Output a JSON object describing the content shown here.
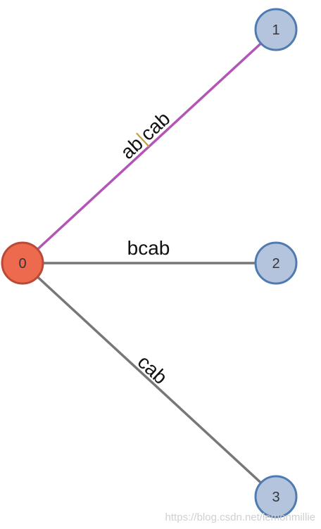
{
  "nodes": {
    "root": {
      "label": "0"
    },
    "n1": {
      "label": "1"
    },
    "n2": {
      "label": "2"
    },
    "n3": {
      "label": "3"
    }
  },
  "edges": {
    "e1": {
      "label_before": "ab",
      "label_after": "cab"
    },
    "e2": {
      "label": "bcab"
    },
    "e3": {
      "label": "cab"
    }
  },
  "watermark": "https://blog.csdn.net/lemonmillie",
  "colors": {
    "root_fill": "#ee6a4f",
    "root_stroke": "#b84a36",
    "leaf_fill": "#b4c4dc",
    "leaf_stroke": "#4f7bb0",
    "edge_highlight": "#b355b5",
    "edge_default": "#777777",
    "split_marker": "#c8a13c"
  }
}
